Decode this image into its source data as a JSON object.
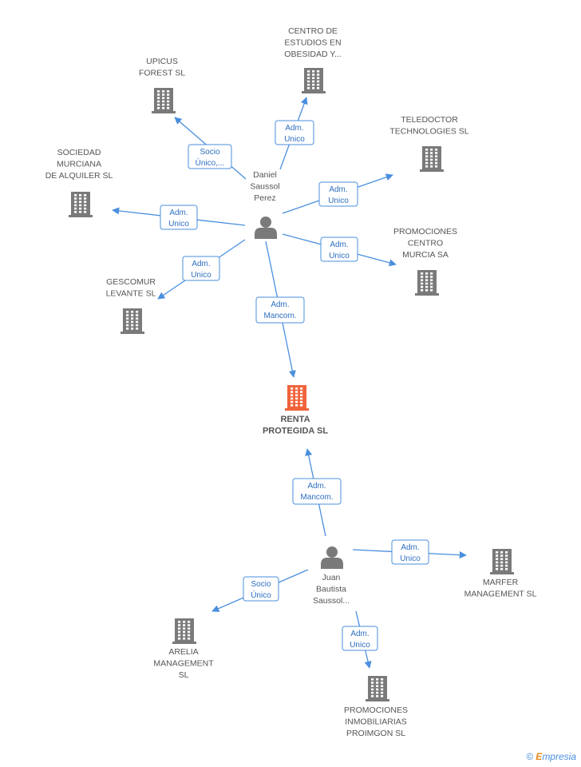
{
  "companies": [
    {
      "id": "renta",
      "lines": [
        "RENTA",
        "PROTEGIDA SL"
      ],
      "focus": true
    },
    {
      "id": "upicus",
      "lines": [
        "UPICUS",
        "FOREST  SL"
      ]
    },
    {
      "id": "centro",
      "lines": [
        "CENTRO DE",
        "ESTUDIOS EN",
        "OBESIDAD Y..."
      ]
    },
    {
      "id": "teledoctor",
      "lines": [
        "TELEDOCTOR",
        "TECHNOLOGIES SL"
      ]
    },
    {
      "id": "sociedad",
      "lines": [
        "SOCIEDAD",
        "MURCIANA",
        "DE ALQUILER SL"
      ]
    },
    {
      "id": "promociones_centro",
      "lines": [
        "PROMOCIONES",
        "CENTRO",
        "MURCIA SA"
      ]
    },
    {
      "id": "gescomur",
      "lines": [
        "GESCOMUR",
        "LEVANTE SL"
      ]
    },
    {
      "id": "marfer",
      "lines": [
        "MARFER",
        "MANAGEMENT SL"
      ]
    },
    {
      "id": "arelia",
      "lines": [
        "ARELIA",
        "MANAGEMENT",
        "SL"
      ]
    },
    {
      "id": "proimgon",
      "lines": [
        "PROMOCIONES",
        "INMOBILIARIAS",
        "PROIMGON SL"
      ]
    }
  ],
  "persons": [
    {
      "id": "daniel",
      "lines": [
        "Daniel",
        "Saussol",
        "Perez"
      ]
    },
    {
      "id": "juan",
      "lines": [
        "Juan",
        "Bautista",
        "Saussol..."
      ]
    }
  ],
  "edges": [
    {
      "from": "daniel",
      "to": "upicus",
      "lines": [
        "Socio",
        "Único,..."
      ]
    },
    {
      "from": "daniel",
      "to": "centro",
      "lines": [
        "Adm.",
        "Unico"
      ]
    },
    {
      "from": "daniel",
      "to": "teledoctor",
      "lines": [
        "Adm.",
        "Unico"
      ]
    },
    {
      "from": "daniel",
      "to": "sociedad",
      "lines": [
        "Adm.",
        "Unico"
      ]
    },
    {
      "from": "daniel",
      "to": "promociones_centro",
      "lines": [
        "Adm.",
        "Unico"
      ]
    },
    {
      "from": "daniel",
      "to": "gescomur",
      "lines": [
        "Adm.",
        "Unico"
      ]
    },
    {
      "from": "daniel",
      "to": "renta",
      "lines": [
        "Adm.",
        "Mancom."
      ]
    },
    {
      "from": "juan",
      "to": "renta",
      "lines": [
        "Adm.",
        "Mancom."
      ]
    },
    {
      "from": "juan",
      "to": "marfer",
      "lines": [
        "Adm.",
        "Unico"
      ]
    },
    {
      "from": "juan",
      "to": "arelia",
      "lines": [
        "Socio",
        "Único"
      ]
    },
    {
      "from": "juan",
      "to": "proimgon",
      "lines": [
        "Adm.",
        "Unico"
      ]
    }
  ],
  "brand": {
    "copyright": "©",
    "e": "E",
    "rest": "mpresia"
  }
}
